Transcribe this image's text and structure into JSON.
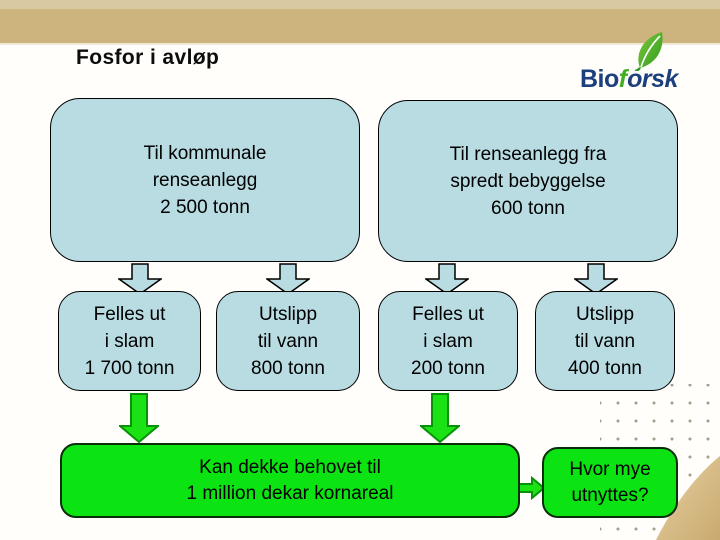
{
  "slide": {
    "title": "Fosfor i avløp"
  },
  "logo": {
    "name": "Bioforsk",
    "bio": "Bio",
    "f": "f",
    "orsk": "orsk"
  },
  "diagram": {
    "big_boxes": [
      {
        "lines": [
          "Til kommunale",
          "renseanlegg",
          "2 500 tonn"
        ]
      },
      {
        "lines": [
          "Til renseanlegg fra",
          "spredt bebyggelse",
          "600 tonn"
        ]
      }
    ],
    "small_boxes": [
      {
        "lines": [
          "Felles ut",
          "i slam",
          "1 700 tonn"
        ]
      },
      {
        "lines": [
          "Utslipp",
          "til vann",
          "800 tonn"
        ]
      },
      {
        "lines": [
          "Felles ut",
          "i slam",
          "200 tonn"
        ]
      },
      {
        "lines": [
          "Utslipp",
          "til vann",
          "400 tonn"
        ]
      }
    ],
    "result_box": {
      "lines": [
        "Kan dekke behovet til",
        "1 million dekar kornareal"
      ]
    },
    "question_box": {
      "lines": [
        "Hvor mye",
        "utnyttes?"
      ]
    }
  },
  "colors": {
    "top_bar": "#cdb37d",
    "top_strip": "#d9c9a2",
    "box_blue": "#b8dce2",
    "box_green": "#0be312",
    "arrow_green": "#1ae215",
    "arrow_green_border": "#079207",
    "leaf_green": "#3fae22",
    "logo_navy": "#1c3f7d",
    "dune_tan": "#c9aa70",
    "dot": "#a79f8d"
  }
}
